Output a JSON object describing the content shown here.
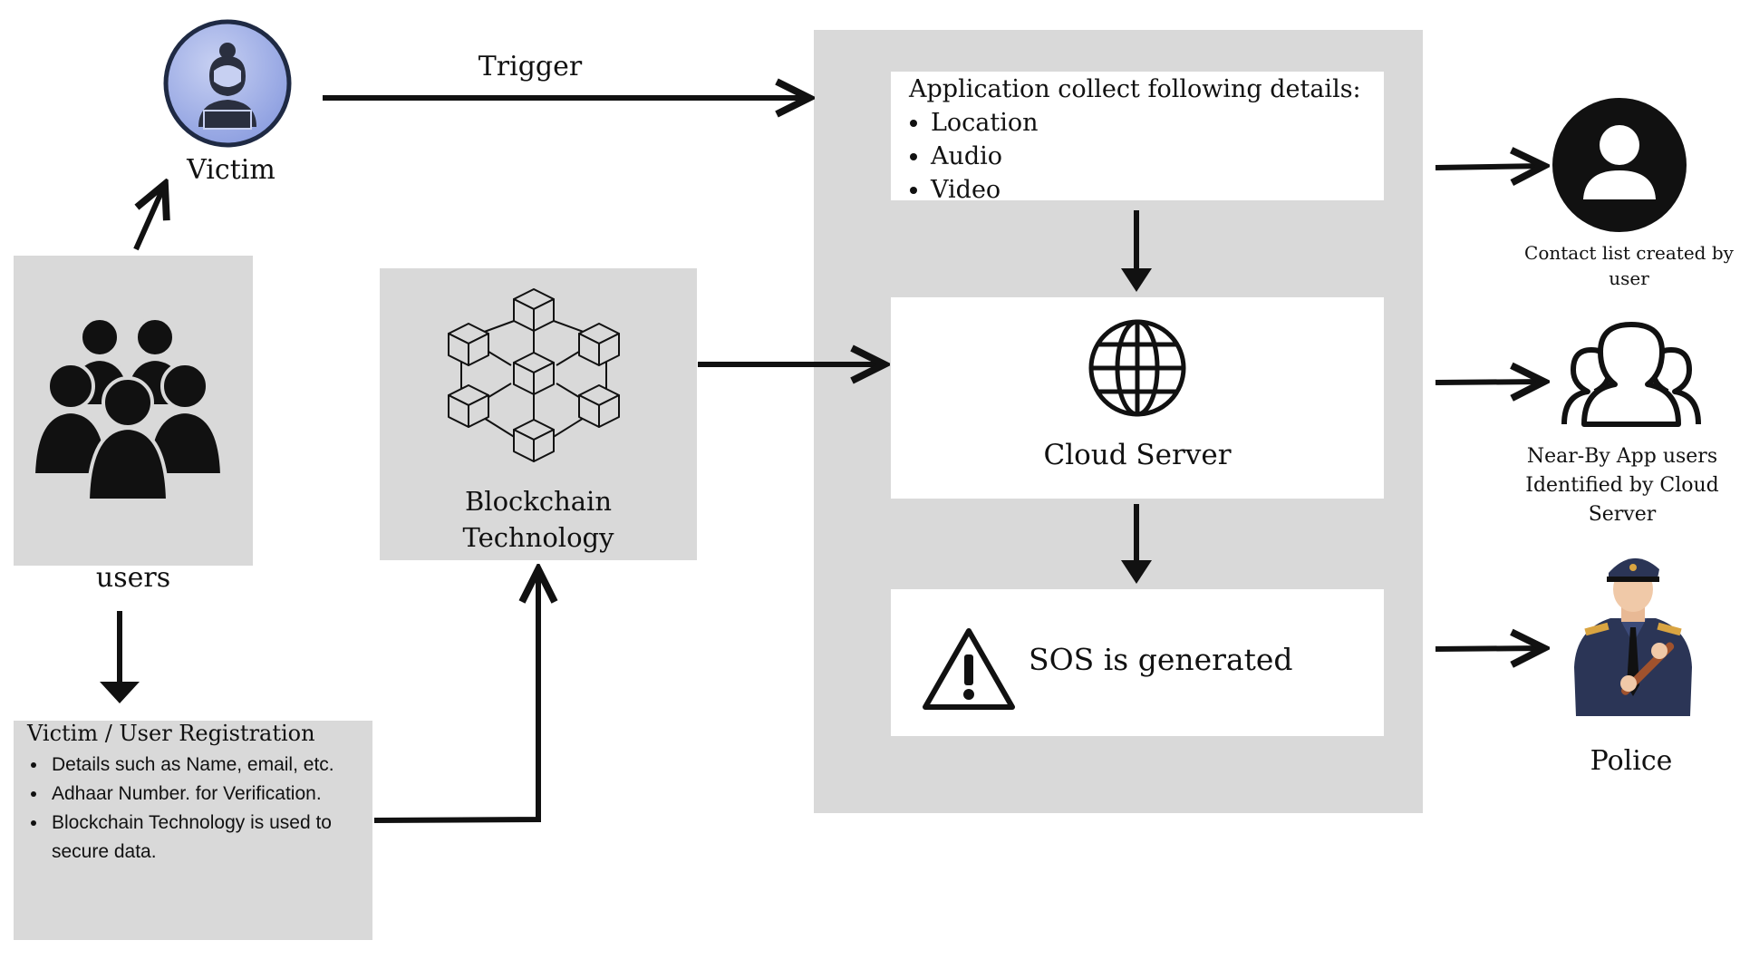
{
  "victim": {
    "label": "Victim"
  },
  "trigger": {
    "label": "Trigger"
  },
  "users": {
    "label": "users"
  },
  "registration": {
    "title": "Victim / User Registration",
    "items": [
      "Details such as Name, email, etc.",
      "Adhaar Number. for Verification.",
      "Blockchain Technology is used to secure data."
    ]
  },
  "blockchain": {
    "label_line1": "Blockchain",
    "label_line2": "Technology"
  },
  "application": {
    "title": "Application collect following details:",
    "items": [
      "Location",
      "Audio",
      "Video"
    ]
  },
  "cloud": {
    "label": "Cloud Server"
  },
  "sos": {
    "label": "SOS is generated"
  },
  "contact": {
    "label_line1": "Contact list created by",
    "label_line2": "user"
  },
  "nearby": {
    "label_line1": "Near-By App users",
    "label_line2": "Identified by Cloud",
    "label_line3": "Server"
  },
  "police": {
    "label": "Police"
  },
  "colors": {
    "panel": "#d9d9d9",
    "avatar_fill": "#8c9ee0",
    "avatar_ring": "#1f2a44",
    "police_uniform": "#2b3556",
    "police_skin": "#f0c9a8"
  }
}
